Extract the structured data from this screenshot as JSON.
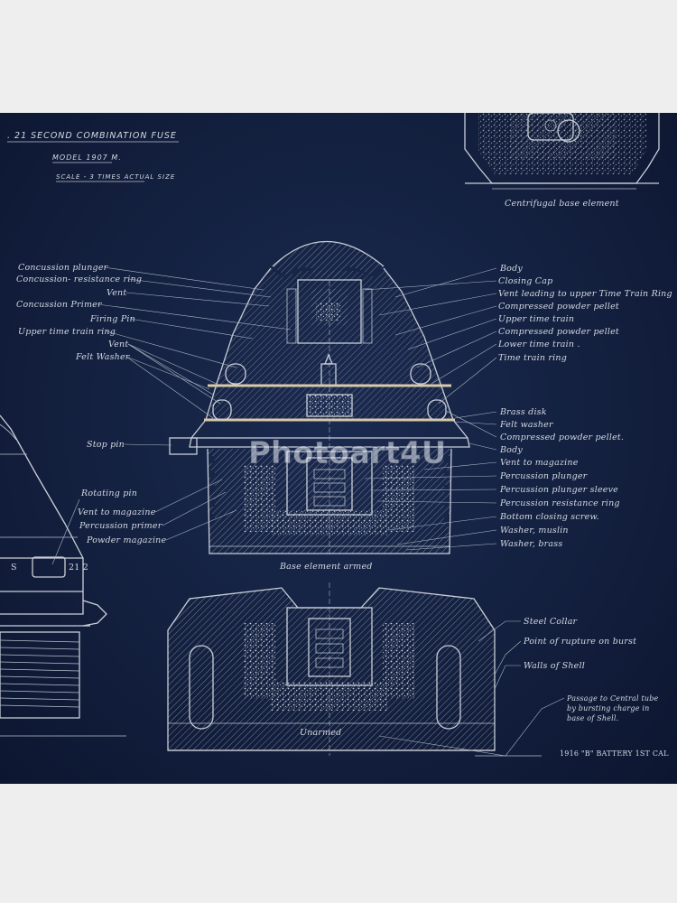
{
  "title": {
    "line1": ". 21 SECOND   COMBINATION   FUSE",
    "model": "MODEL 1907 M.",
    "scale": "SCALE - 3 TIMES ACTUAL SIZE"
  },
  "captions": {
    "centrifugal": "Centrifugal base element",
    "armed": "Base element armed",
    "unarmed": "Unarmed",
    "battery": "1916  \"B\" BATTERY  1ST CAL"
  },
  "left_labels": {
    "concussion_plunger": "Concussion plunger",
    "concussion_resistance_ring": "Concussion- resistance ring",
    "vent_1": "Vent",
    "concussion_primer": "Concussion Primer",
    "firing_pin": "Firing Pin",
    "upper_time_train_ring": "Upper time train ring",
    "vent_2": "Vent",
    "felt_washer": "Felt Washer",
    "stop_pin": "Stop pin",
    "rotating_pin": "Rotating pin",
    "vent_to_magazine": "Vent to magazine",
    "percussion_primer": "Percussion primer",
    "powder_magazine": "Powder magazine"
  },
  "right_labels": {
    "body_1": "Body",
    "closing_cap": "Closing Cap",
    "vent_upper": "Vent leading to upper Time Train Ring",
    "compressed_pellet_1": "Compressed powder pellet",
    "upper_time_train": "Upper time train",
    "compressed_pellet_2": "Compressed powder pellet",
    "lower_time_train": "Lower time train .",
    "time_train_ring": "Time train ring",
    "brass_disk": "Brass disk",
    "felt_washer": "Felt washer",
    "compressed_pellet_3": "Compressed powder pellet.",
    "body_2": "Body",
    "vent_to_magazine": "Vent to magazine",
    "percussion_plunger": "Percussion plunger",
    "percussion_plunger_sleeve": "Percussion plunger sleeve",
    "percussion_resistance_ring": "Percussion resistance ring",
    "bottom_closing_screw": "Bottom closing screw.",
    "washer_muslin": "Washer, muslin",
    "washer_brass": "Washer, brass"
  },
  "lower_labels": {
    "steel_collar": "Steel Collar",
    "point_of_rupture": "Point of rupture on burst",
    "walls_of_shell": "Walls of Shell",
    "passage_1": "Passage to Central tube",
    "passage_2": "by bursting charge in",
    "passage_3": "base of Shell."
  },
  "dial": {
    "mark_s": "S",
    "mark_21": "21 2"
  },
  "watermark": "Photoart4U",
  "colors": {
    "paper": "#13203f",
    "ink": "#c9cfd8",
    "frame": "#eeeeee"
  }
}
